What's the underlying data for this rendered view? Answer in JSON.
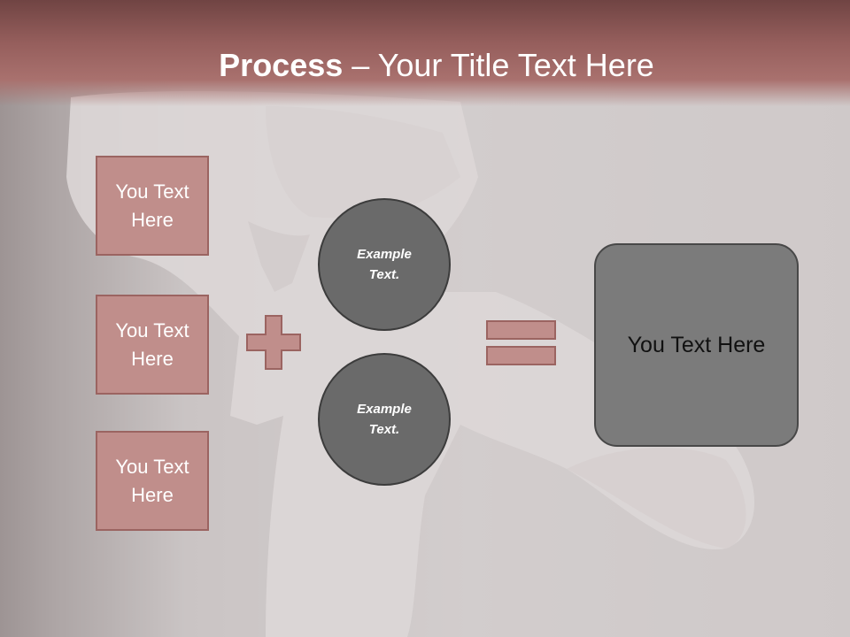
{
  "title": {
    "bold": "Process",
    "dash": " – ",
    "rest": "Your Title Text Here"
  },
  "left_boxes": [
    {
      "line1": "You Text",
      "line2": "Here"
    },
    {
      "line1": "You Text",
      "line2": "Here"
    },
    {
      "line1": "You Text",
      "line2": "Here"
    }
  ],
  "circles": [
    {
      "line1": "Example",
      "line2": "Text."
    },
    {
      "line1": "Example",
      "line2": "Text."
    }
  ],
  "result": {
    "text": "You Text Here"
  },
  "colors": {
    "header": "#955e5c",
    "box_fill": "#c08e8b",
    "box_border": "#9b6461",
    "circle_fill": "#6a6a6a",
    "result_fill": "#7b7b7b"
  }
}
